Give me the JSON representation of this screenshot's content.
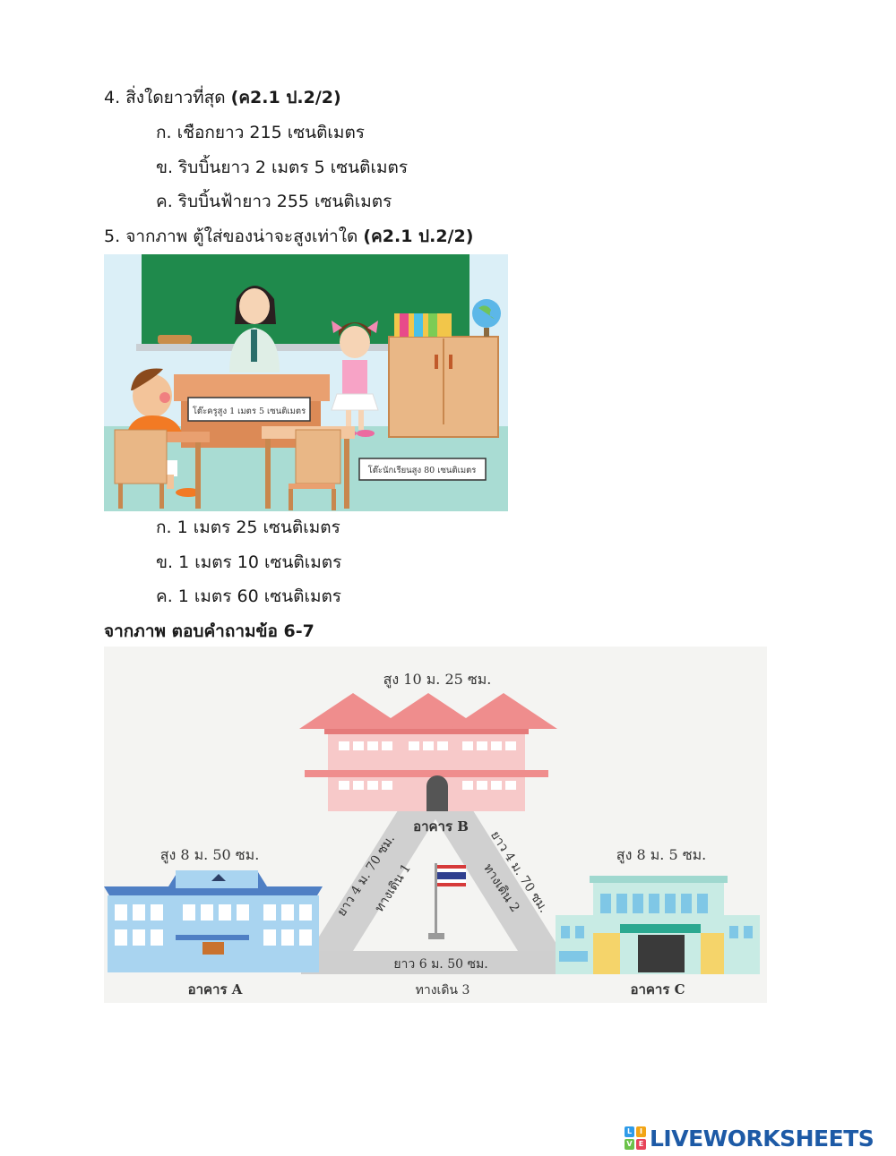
{
  "q4": {
    "number": "4.",
    "text": "สิ่งใดยาวที่สุด",
    "code": "(ค2.1 ป.2/2)",
    "options": [
      "ก. เชือกยาว 215 เซนติเมตร",
      "ข. ริบบิ้นยาว 2 เมตร 5 เซนติเมตร",
      "ค. ริบบิ้นฟ้ายาว 255 เซนติเมตร"
    ]
  },
  "q5": {
    "number": "5.",
    "text": "จากภาพ ตู้ใส่ของน่าจะสูงเท่าใด",
    "code": "(ค2.1 ป.2/2)",
    "image_labels": {
      "teacher_desk": "โต๊ะครูสูง 1 เมตร 5 เซนติเมตร",
      "student_desk": "โต๊ะนักเรียนสูง 80 เซนติเมตร"
    },
    "options": [
      "ก. 1 เมตร 25 เซนติเมตร",
      "ข. 1 เมตร 10 เซนติเมตร",
      "ค. 1 เมตร 60 เซนติเมตร"
    ]
  },
  "section_6_7": {
    "heading": "จากภาพ ตอบคำถามข้อ 6-7",
    "labels": {
      "height_b": "สูง 10 ม. 25 ซม.",
      "building_b": "อาคาร B",
      "height_a": "สูง 8 ม. 50 ซม.",
      "building_a": "อาคาร A",
      "height_c": "สูง 8 ม. 5 ซม.",
      "building_c": "อาคาร C",
      "path1_len": "ยาว 4 ม. 70 ซม.",
      "path1_name": "ทางเดิน 1",
      "path2_len": "ยาว 4 ม. 70 ซม.",
      "path2_name": "ทางเดิน 2",
      "path3_len": "ยาว 6 ม. 50 ซม.",
      "path3_name": "ทางเดิน 3"
    }
  },
  "footer": {
    "brand": "LIVEWORKSHEETS",
    "logo_letters": [
      "L",
      "I",
      "V",
      "E"
    ]
  },
  "colors": {
    "board": "#1f8a4c",
    "wall": "#dbeff7",
    "floor": "#a9dcd3",
    "building_a": "#a9d4f0",
    "roof_a": "#4f7fc4",
    "building_b": "#f7c9c9",
    "roof_b": "#ef8d8d",
    "building_c": "#c8ebe4",
    "logo_blue": "#1d5aa6"
  }
}
